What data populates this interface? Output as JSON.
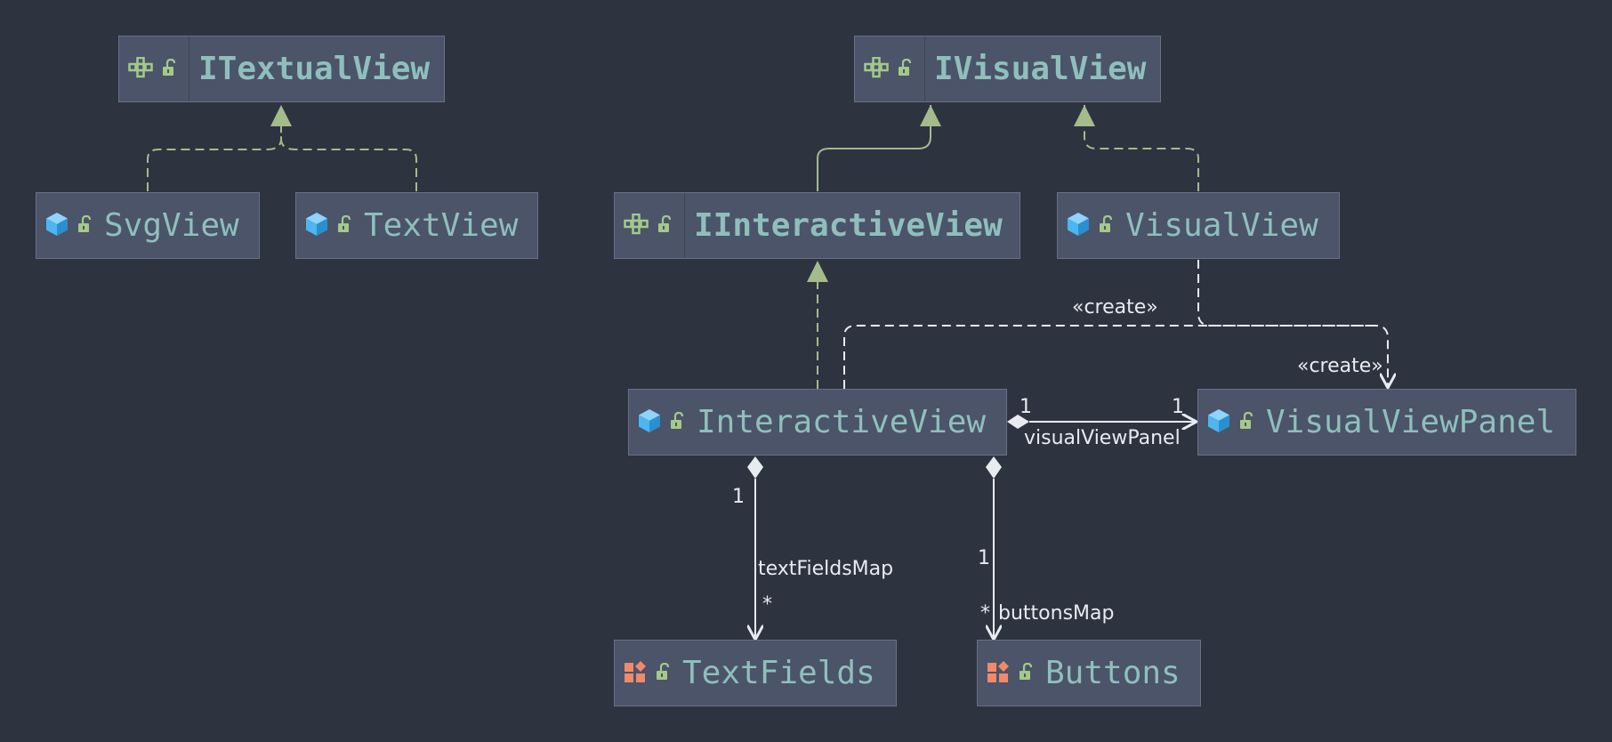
{
  "nodes": {
    "itextualview": {
      "name": "ITextualView",
      "kind": "interface",
      "icon": "interface-icon"
    },
    "svgview": {
      "name": "SvgView",
      "kind": "class",
      "icon": "class-icon"
    },
    "textview": {
      "name": "TextView",
      "kind": "class",
      "icon": "class-icon"
    },
    "ivisualview": {
      "name": "IVisualView",
      "kind": "interface",
      "icon": "interface-icon"
    },
    "iinteractiveview": {
      "name": "IInteractiveView",
      "kind": "interface",
      "icon": "interface-icon"
    },
    "visualview": {
      "name": "VisualView",
      "kind": "class",
      "icon": "class-icon"
    },
    "interactiveview": {
      "name": "InteractiveView",
      "kind": "class",
      "icon": "class-icon"
    },
    "visualviewpanel": {
      "name": "VisualViewPanel",
      "kind": "class",
      "icon": "class-icon"
    },
    "textfields": {
      "name": "TextFields",
      "kind": "enum",
      "icon": "enum-icon"
    },
    "buttons": {
      "name": "Buttons",
      "kind": "enum",
      "icon": "enum-icon"
    }
  },
  "edges": {
    "create_1": "«create»",
    "create_2": "«create»",
    "visualviewpanel": {
      "label": "visualViewPanel",
      "source_mult": "1",
      "target_mult": "1"
    },
    "textfieldsmap": {
      "label": "textFieldsMap",
      "source_mult": "1",
      "target_mult": "*"
    },
    "buttonsmap": {
      "label": "buttonsMap",
      "source_mult": "1",
      "target_mult": "*"
    }
  },
  "colors": {
    "background": "#2e3340",
    "node_fill": "#4b5468",
    "node_text": "#8fbfbc",
    "realization": "#a4bb8c",
    "association": "#e8ebf0",
    "class_icon": "#4db6f0",
    "interface_icon": "#a4c98a",
    "enum_icon": "#f08a6a",
    "access_icon": "#a4c98a"
  }
}
